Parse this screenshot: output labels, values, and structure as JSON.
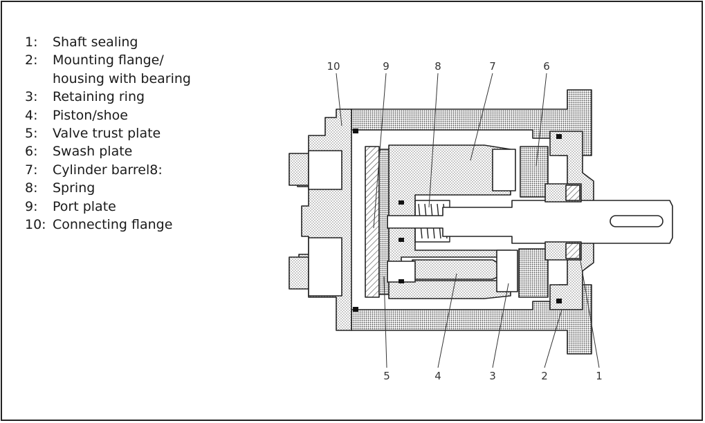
{
  "legend": [
    {
      "number": "1:",
      "label": "Shaft sealing"
    },
    {
      "number": "2:",
      "label": "Mounting flange/\nhousing with bearing"
    },
    {
      "number": "3:",
      "label": "Retaining ring"
    },
    {
      "number": "4:",
      "label": "Piston/shoe"
    },
    {
      "number": "5:",
      "label": "Valve trust plate"
    },
    {
      "number": "6:",
      "label": "Swash plate"
    },
    {
      "number": "7:",
      "label": "Cylinder barrel8:"
    },
    {
      "number": "8:",
      "label": "Spring"
    },
    {
      "number": "9:",
      "label": "Port plate"
    },
    {
      "number": "10:",
      "label": "Connecting flange"
    }
  ],
  "callouts": {
    "top": [
      "10",
      "9",
      "8",
      "7",
      "6"
    ],
    "bottom": [
      "5",
      "4",
      "3",
      "2",
      "1"
    ]
  },
  "colors": {
    "outline": "#222222",
    "stipple": "#9a9a9a",
    "seal": "#111111",
    "background": "#ffffff"
  }
}
